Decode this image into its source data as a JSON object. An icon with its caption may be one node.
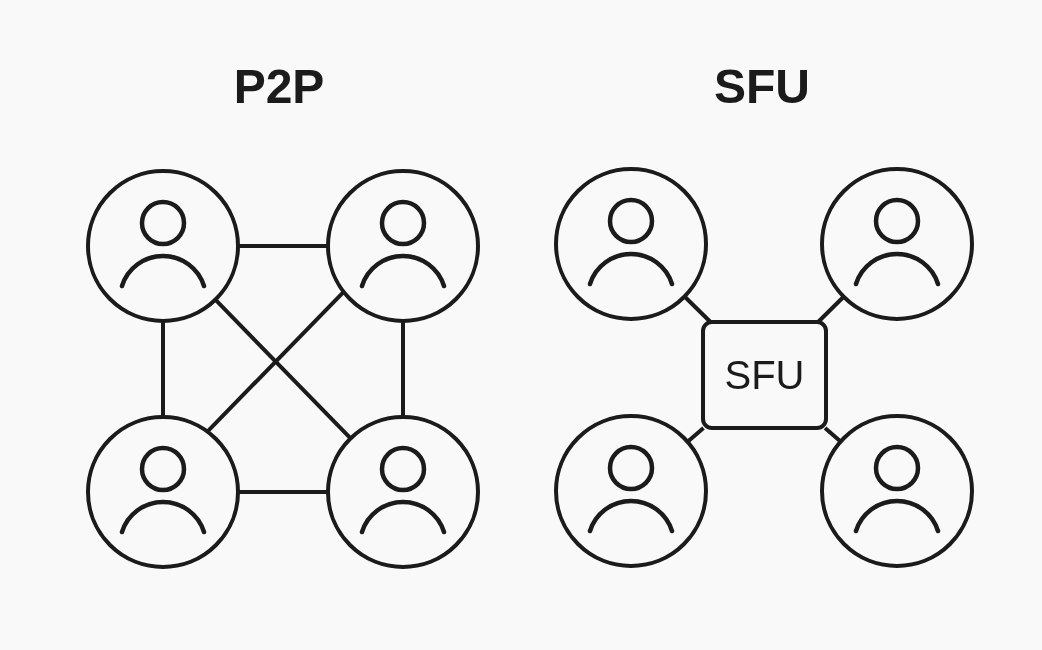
{
  "diagram": {
    "nodes": [
      {
        "text": [],
        "shape": "person"
      },
      {
        "text": [],
        "shape": "person"
      },
      {
        "text": [],
        "shape": "person"
      },
      {
        "text": [],
        "shape": "person"
      },
      {
        "text": [],
        "shape": "person"
      },
      {
        "text": [],
        "shape": "person"
      },
      {
        "text": [
          "SFU"
        ]
      },
      {
        "text": [],
        "shape": "person"
      },
      {
        "text": [],
        "shape": "person"
      }
    ],
    "edges": [
      {
        "from": 0,
        "to": 1,
        "arrow": "none"
      },
      {
        "from": 0,
        "to": 2,
        "arrow": "none"
      },
      {
        "from": 1,
        "to": 3,
        "arrow": "none"
      },
      {
        "from": 0,
        "to": 3,
        "arrow": "none"
      },
      {
        "from": 1,
        "to": 2,
        "arrow": "none"
      },
      {
        "from": 2,
        "to": 3,
        "arrow": "none"
      },
      {
        "from": 4,
        "to": 6,
        "arrow": "none"
      },
      {
        "from": 5,
        "to": 6,
        "arrow": "none"
      },
      {
        "from": 7,
        "to": 6,
        "arrow": "none"
      },
      {
        "from": 8,
        "to": 6,
        "arrow": "none"
      }
    ],
    "labels": [
      "P2P",
      "SFU"
    ]
  }
}
